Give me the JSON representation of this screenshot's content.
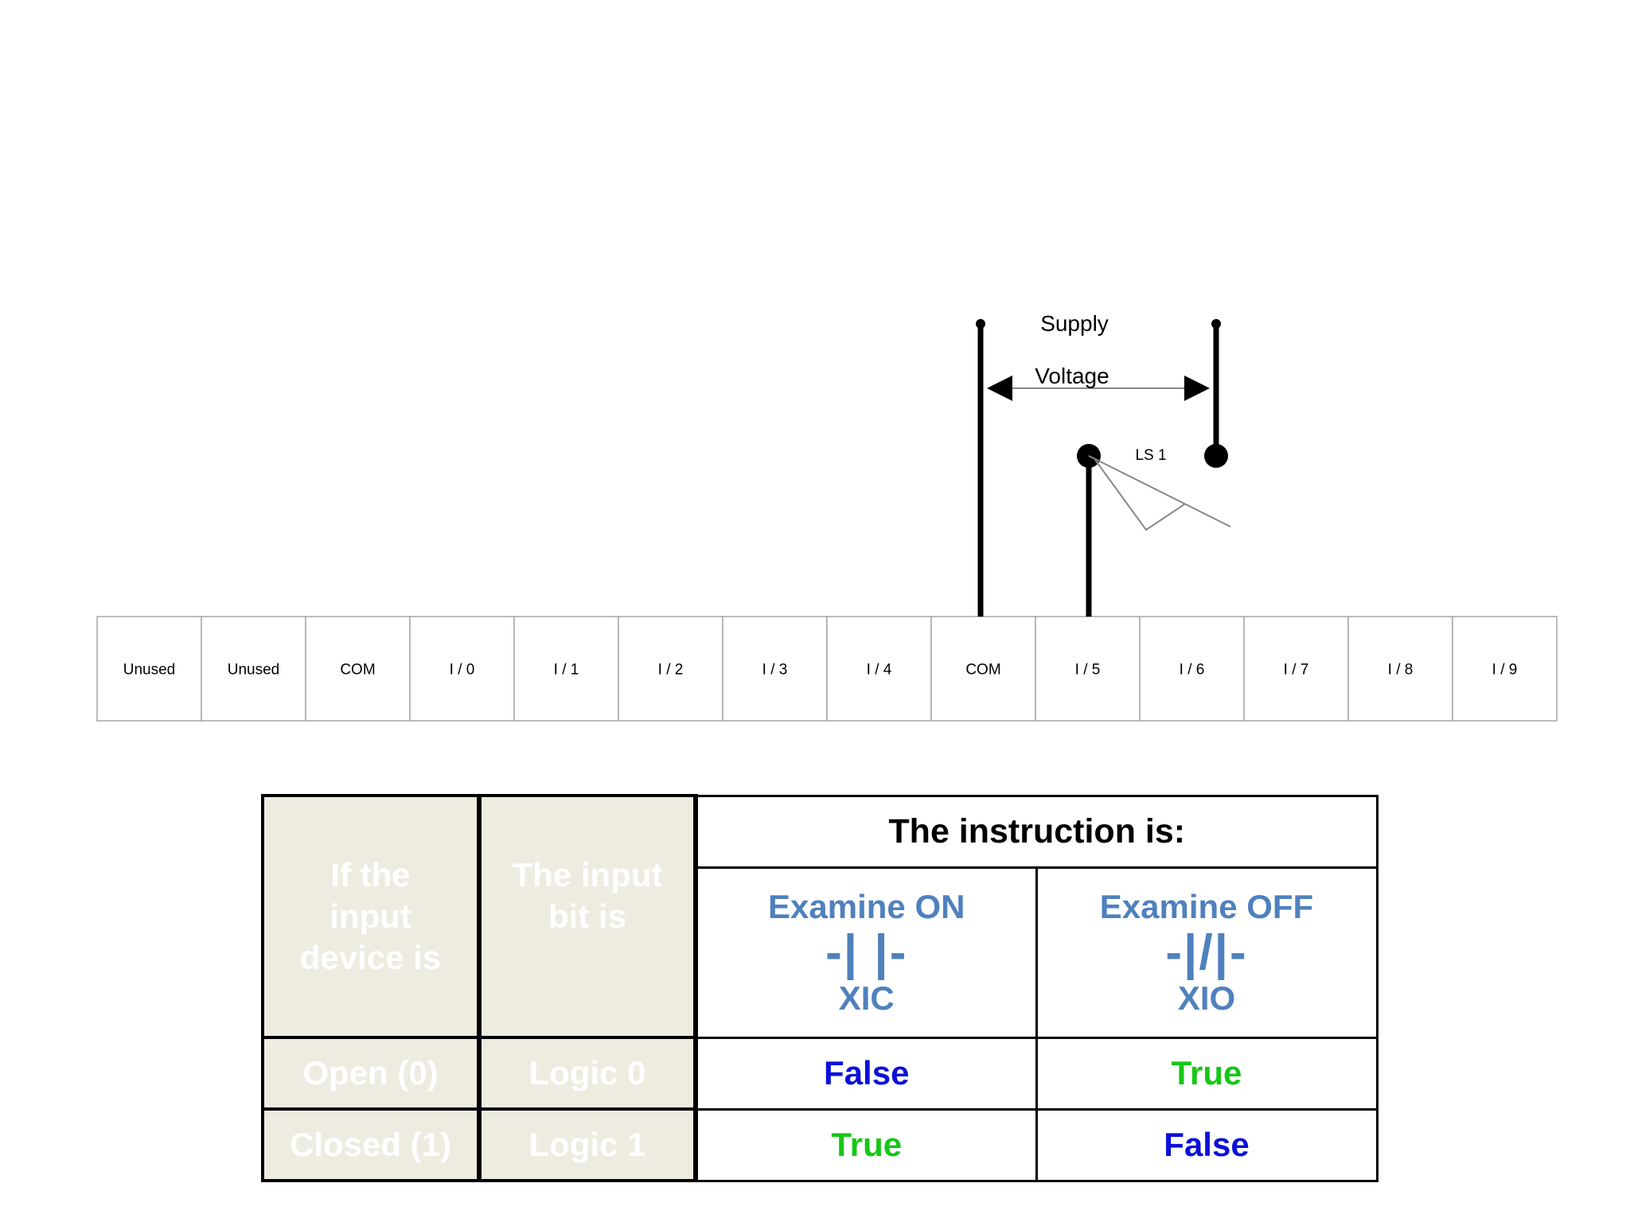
{
  "terminal_strip": {
    "terminals": [
      "Unused",
      "Unused",
      "COM",
      "I / 0",
      "I / 1",
      "I / 2",
      "I / 3",
      "I / 4",
      "COM",
      "I / 5",
      "I / 6",
      "I / 7",
      "I / 8",
      "I / 9"
    ]
  },
  "supply": {
    "line1": "Supply",
    "line2": "Voltage"
  },
  "switch": {
    "label": "LS 1"
  },
  "table": {
    "left_header_1": "If the input device is",
    "left_header_2": "The input bit is",
    "instruction_header": "The instruction is:",
    "xic": {
      "name": "Examine ON",
      "symbol": "-| |-",
      "code": "XIC"
    },
    "xio": {
      "name": "Examine OFF",
      "symbol": "-|/|-",
      "code": "XIO"
    },
    "rows": [
      {
        "device": "Open (0)",
        "bit": "Logic 0",
        "xic": "False",
        "xio": "True"
      },
      {
        "device": "Closed (1)",
        "bit": "Logic 1",
        "xic": "True",
        "xio": "False"
      }
    ]
  },
  "colors": {
    "instruction_blue": "#4f81bd",
    "true_green": "#16c716",
    "false_blue": "#0b10d8",
    "left_fill": "#eeece1"
  }
}
